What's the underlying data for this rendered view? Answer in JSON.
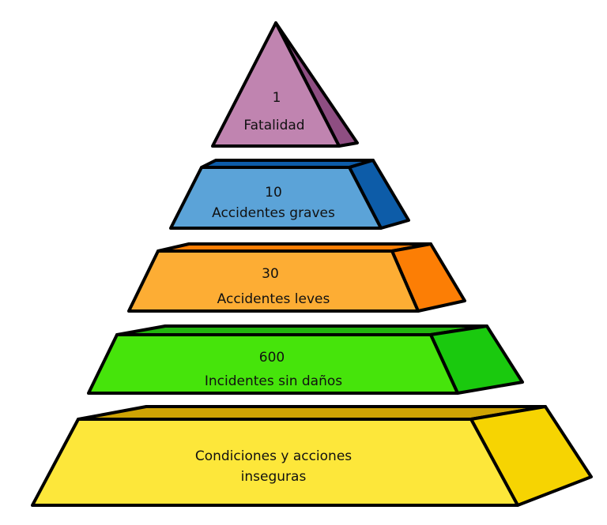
{
  "diagram": {
    "levels": [
      {
        "id": "fatality",
        "number": "1",
        "label": "Fatalidad",
        "colors": {
          "front": "#c084b0",
          "side": "#8e4e82"
        }
      },
      {
        "id": "serious",
        "number": "10",
        "label": "Accidentes graves",
        "colors": {
          "front": "#5ba3d8",
          "side": "#0d5ca8",
          "top": "#0d5ca8"
        }
      },
      {
        "id": "minor",
        "number": "30",
        "label": "Accidentes leves",
        "colors": {
          "front": "#fdad34",
          "side": "#fc7e05",
          "top": "#fc7e05"
        }
      },
      {
        "id": "incidents",
        "number": "600",
        "label": "Incidentes sin daños",
        "colors": {
          "front": "#46e40b",
          "side": "#1ac90e",
          "top": "#22b50e"
        }
      },
      {
        "id": "conditions",
        "label_line1": "Condiciones y acciones",
        "label_line2": "inseguras",
        "colors": {
          "front": "#fde73a",
          "side": "#f6d402",
          "top": "#cfa404"
        }
      }
    ]
  }
}
